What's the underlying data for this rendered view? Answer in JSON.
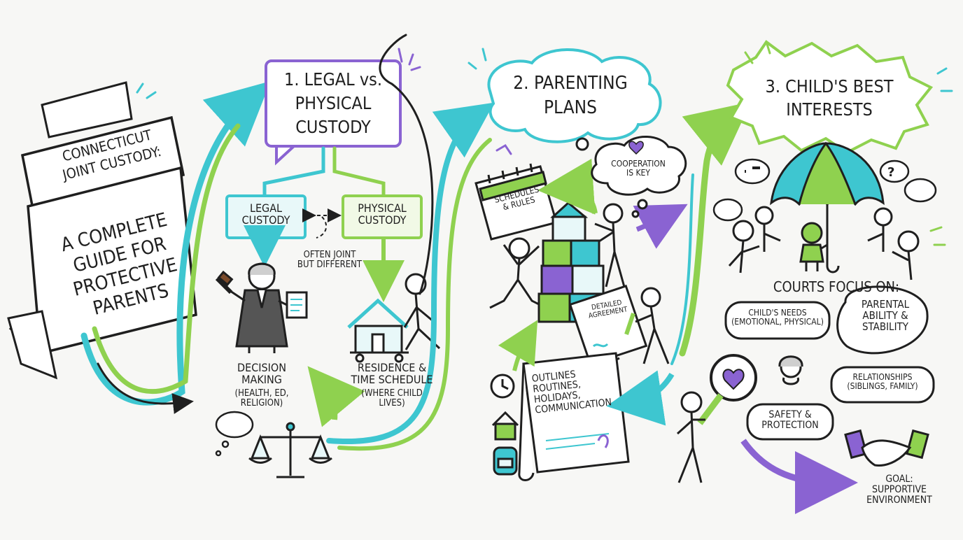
{
  "banner": {
    "title_line1": "CONNECTICUT",
    "title_line2": "JOINT CUSTODY:",
    "subtitle_line1": "A COMPLETE",
    "subtitle_line2": "GUIDE FOR",
    "subtitle_line3": "PROTECTIVE",
    "subtitle_line4": "PARENTS"
  },
  "section1": {
    "heading_line1": "1. LEGAL vs.",
    "heading_line2": "PHYSICAL",
    "heading_line3": "CUSTODY",
    "legal_box": "LEGAL\nCUSTODY",
    "physical_box": "PHYSICAL\nCUSTODY",
    "note": "OFTEN JOINT\nBUT DIFFERENT",
    "legal_caption_main": "DECISION\nMAKING",
    "legal_caption_detail": "(HEALTH, ED,\nRELIGION)",
    "physical_caption_main": "RESIDENCE &\nTIME SCHEDULE",
    "physical_caption_detail": "(WHERE CHILD\nLIVES)"
  },
  "section2": {
    "heading_line1": "2. PARENTING",
    "heading_line2": "PLANS",
    "calendar_label": "SCHEDULES\n& RULES",
    "cooperation": "COOPERATION\nIS KEY",
    "agreement_label": "DETAILED\nAGREEMENT",
    "outlines": "OUTLINES\nROUTINES,\nHOLIDAYS,\nCOMMUNICATION"
  },
  "section3": {
    "heading_line1": "3. CHILD'S BEST",
    "heading_line2": "INTERESTS",
    "focus_title": "COURTS FOCUS ON:",
    "needs": "CHILD'S NEEDS\n(EMOTIONAL, PHYSICAL)",
    "ability": "PARENTAL\nABILITY &\nSTABILITY",
    "relationships": "RELATIONSHIPS\n(SIBLINGS, FAMILY)",
    "safety": "SAFETY &\nPROTECTION",
    "goal": "GOAL:\nSUPPORTIVE\nENVIRONMENT"
  },
  "colors": {
    "ink": "#1f1f1f",
    "teal": "#3ec6d0",
    "lime": "#8fd14f",
    "purple": "#8a63d2",
    "paper": "#ffffff",
    "tealfill": "#e8f8f9",
    "limefill": "#f1f9e6"
  }
}
